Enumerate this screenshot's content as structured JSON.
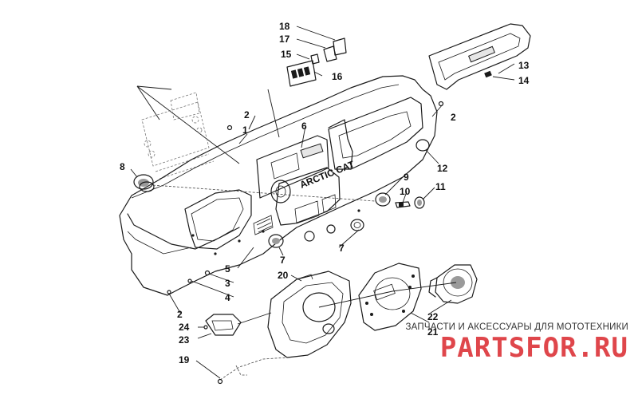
{
  "diagram": {
    "brand_stamp": "ARCTIC CAT",
    "gauge_brand": "ARCTIC CAT",
    "callouts": [
      {
        "id": "c1",
        "label": "1"
      },
      {
        "id": "c2a",
        "label": "2"
      },
      {
        "id": "c2b",
        "label": "2"
      },
      {
        "id": "c2c",
        "label": "2"
      },
      {
        "id": "c3",
        "label": "3"
      },
      {
        "id": "c4",
        "label": "4"
      },
      {
        "id": "c5",
        "label": "5"
      },
      {
        "id": "c6",
        "label": "6"
      },
      {
        "id": "c7a",
        "label": "7"
      },
      {
        "id": "c7b",
        "label": "7"
      },
      {
        "id": "c8",
        "label": "8"
      },
      {
        "id": "c9",
        "label": "9"
      },
      {
        "id": "c10",
        "label": "10"
      },
      {
        "id": "c11",
        "label": "11"
      },
      {
        "id": "c12",
        "label": "12"
      },
      {
        "id": "c13",
        "label": "13"
      },
      {
        "id": "c14",
        "label": "14"
      },
      {
        "id": "c15",
        "label": "15"
      },
      {
        "id": "c16",
        "label": "16"
      },
      {
        "id": "c17",
        "label": "17"
      },
      {
        "id": "c18",
        "label": "18"
      },
      {
        "id": "c19",
        "label": "19"
      },
      {
        "id": "c20",
        "label": "20"
      },
      {
        "id": "c21",
        "label": "21"
      },
      {
        "id": "c22",
        "label": "22"
      },
      {
        "id": "c23",
        "label": "23"
      },
      {
        "id": "c24",
        "label": "24"
      }
    ]
  },
  "watermark": {
    "caption": "ЗАПЧАСТИ И АКСЕССУАРЫ ДЛЯ МОТОТЕХНИКИ",
    "logo_text": "PARTSFOR.RU",
    "color": "#d9262c"
  }
}
